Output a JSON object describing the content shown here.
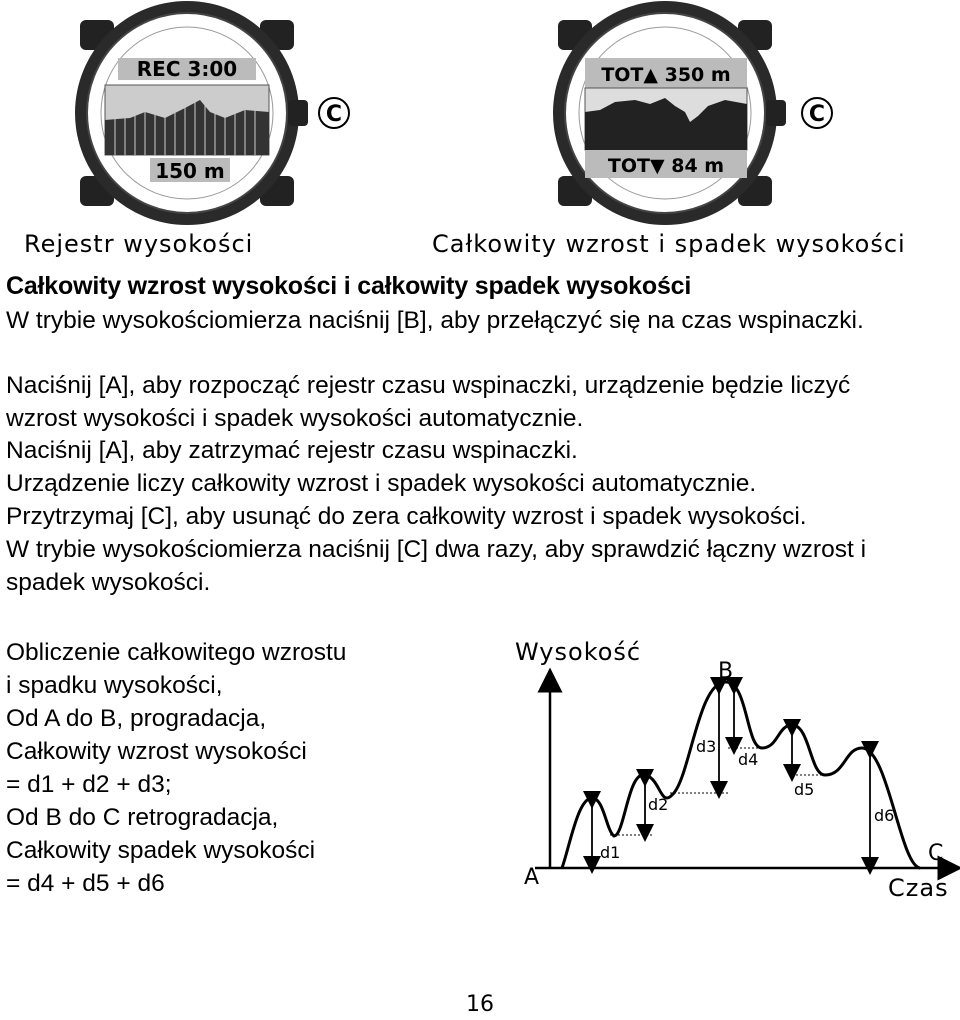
{
  "watches": {
    "left": {
      "top_display": "REC  3:00",
      "bottom_display": "150 m",
      "button": "C",
      "caption": "Rejestr wysokości"
    },
    "right": {
      "top_display": "TOT▲  350 m",
      "bottom_display": "TOT▼  84 m",
      "button": "C",
      "caption": "Całkowity wzrost i spadek wysokości"
    }
  },
  "section": {
    "title": "Całkowity wzrost wysokości i całkowity spadek wysokości",
    "paragraphs": [
      "W trybie wysokościomierza naciśnij [B], aby przełączyć się na czas wspinaczki.",
      "Naciśnij [A], aby rozpocząć rejestr czasu wspinaczki, urządzenie będzie liczyć wzrost wysokości i spadek wysokości automatycznie.",
      "Naciśnij [A], aby zatrzymać rejestr czasu wspinaczki.",
      "Urządzenie liczy całkowity wzrost i spadek wysokości automatycznie.",
      "Przytrzymaj [C], aby usunąć do zera całkowity wzrost i spadek wysokości.",
      "W trybie wysokościomierza naciśnij [C] dwa razy, aby sprawdzić łączny wzrost i spadek wysokości."
    ]
  },
  "calculation": {
    "lines": [
      "Obliczenie całkowitego wzrostu",
      "i spadku wysokości,",
      "Od A do B, progradacja,",
      "Całkowity wzrost wysokości",
      "= d1 + d2 + d3;",
      "Od B do C retrogradacja,",
      "Całkowity spadek wysokości",
      "= d4 + d5 + d6"
    ]
  },
  "diagram": {
    "y_axis_label": "Wysokość",
    "x_axis_label": "Czas",
    "points": {
      "a": "A",
      "b": "B",
      "c": "C"
    },
    "distances": [
      "d1",
      "d2",
      "d3",
      "d4",
      "d5",
      "d6"
    ]
  },
  "page_number": "16"
}
